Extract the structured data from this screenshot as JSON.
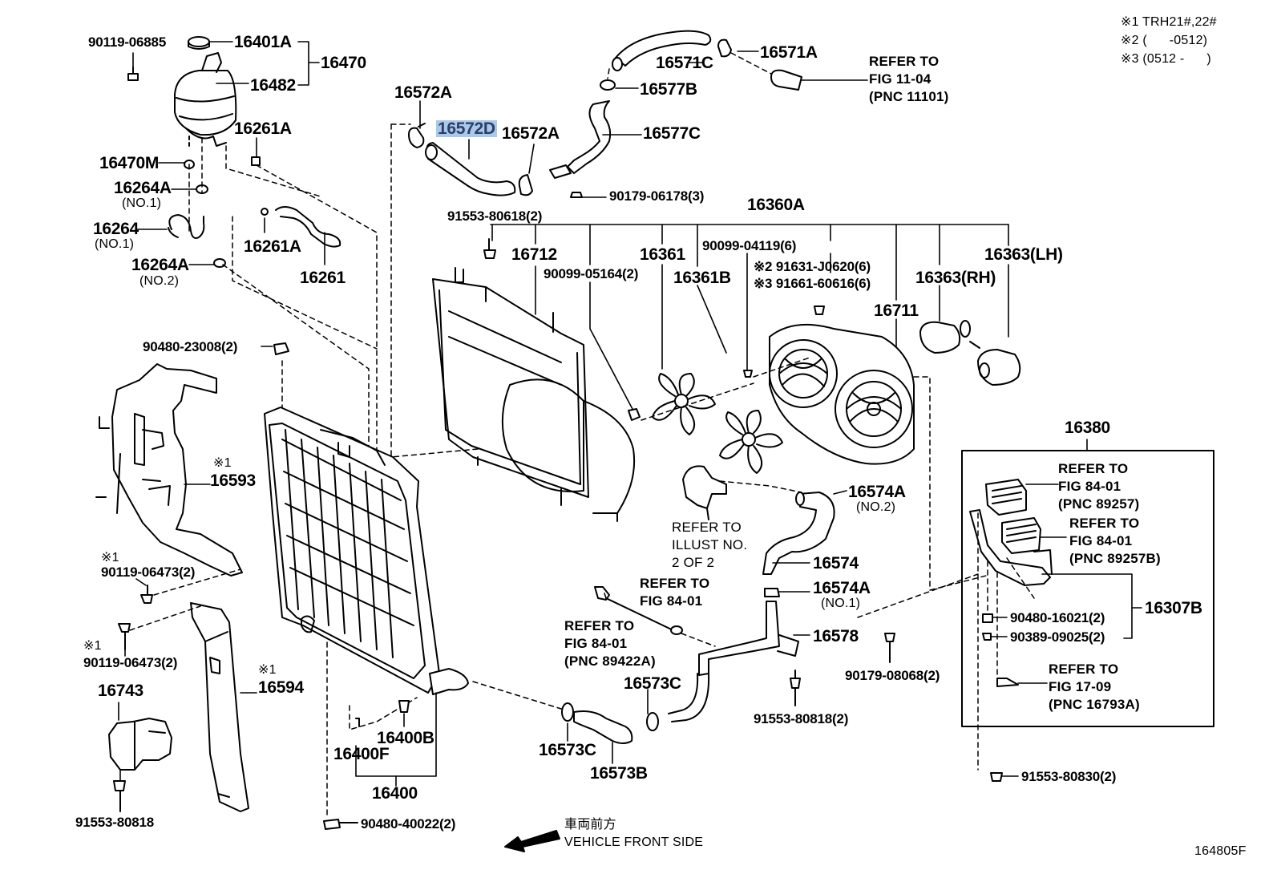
{
  "legend": {
    "note1": "※1 TRH21#,22#",
    "note2": "※2 (      -0512)",
    "note3": "※3 (0512 -      )"
  },
  "parts": {
    "p1": "90119-06885",
    "p2": "16401A",
    "p3": "16470",
    "p4": "16482",
    "p5": "16261A",
    "p6": "16470M",
    "p7": "16264A",
    "p7n": "(NO.1)",
    "p8": "16264",
    "p8n": "(NO.1)",
    "p9": "16264A",
    "p9n": "(NO.2)",
    "p10": "16261A",
    "p11": "16261",
    "p12": "16572A",
    "p13": "16572D",
    "p14": "16572A",
    "p15": "16571C",
    "p16": "16571A",
    "p17": "16577B",
    "p18": "16577C",
    "p19": "90179-06178(3)",
    "p20": "16360A",
    "p21": "91553-80618(2)",
    "p22": "16712",
    "p23": "16361",
    "p24": "90099-04119(6)",
    "p25": "16363(LH)",
    "p26": "※2 91631-J0620(6)",
    "p27": "※3 91661-60616(6)",
    "p28": "90099-05164(2)",
    "p29": "16361B",
    "p30": "16363(RH)",
    "p31": "16711",
    "p32": "90480-23008(2)",
    "p33": "※1",
    "p34": "16593",
    "p35": "※1",
    "p36": "90119-06473(2)",
    "p37": "※1",
    "p38": "90119-06473(2)",
    "p39": "16743",
    "p40": "※1",
    "p41": "16594",
    "p42": "16400B",
    "p43": "16400F",
    "p44": "16400",
    "p45": "91553-80818",
    "p46": "90480-40022(2)",
    "p47": "16574A",
    "p47n": "(NO.2)",
    "p48": "16574",
    "p49": "16574A",
    "p49n": "(NO.1)",
    "p50": "16578",
    "p51": "16573C",
    "p52": "16573C",
    "p53": "16573B",
    "p54": "91553-80818(2)",
    "p55": "90179-08068(2)",
    "p56": "16380",
    "p57": "16307B",
    "p58": "90480-16021(2)",
    "p59": "90389-09025(2)",
    "p60": "91553-80830(2)"
  },
  "refs": {
    "r1": [
      "REFER TO",
      "FIG 11-04",
      "(PNC 11101)"
    ],
    "r2": [
      "REFER TO",
      "ILLUST NO.",
      "2 OF 2"
    ],
    "r3": [
      "REFER TO",
      "FIG 84-01"
    ],
    "r4": [
      "REFER TO",
      "FIG 84-01",
      "(PNC 89422A)"
    ],
    "r5": [
      "REFER TO",
      "FIG 84-01",
      "(PNC 89257)"
    ],
    "r6": [
      "REFER TO",
      "FIG 84-01",
      "(PNC 89257B)"
    ],
    "r7": [
      "REFER TO",
      "FIG 17-09",
      "(PNC 16793A)"
    ]
  },
  "footer": {
    "direction_jp": "車両前方",
    "direction_en": "VEHICLE FRONT SIDE",
    "illustration_id": "164805F"
  },
  "highlight_color": "#a9c9ec"
}
